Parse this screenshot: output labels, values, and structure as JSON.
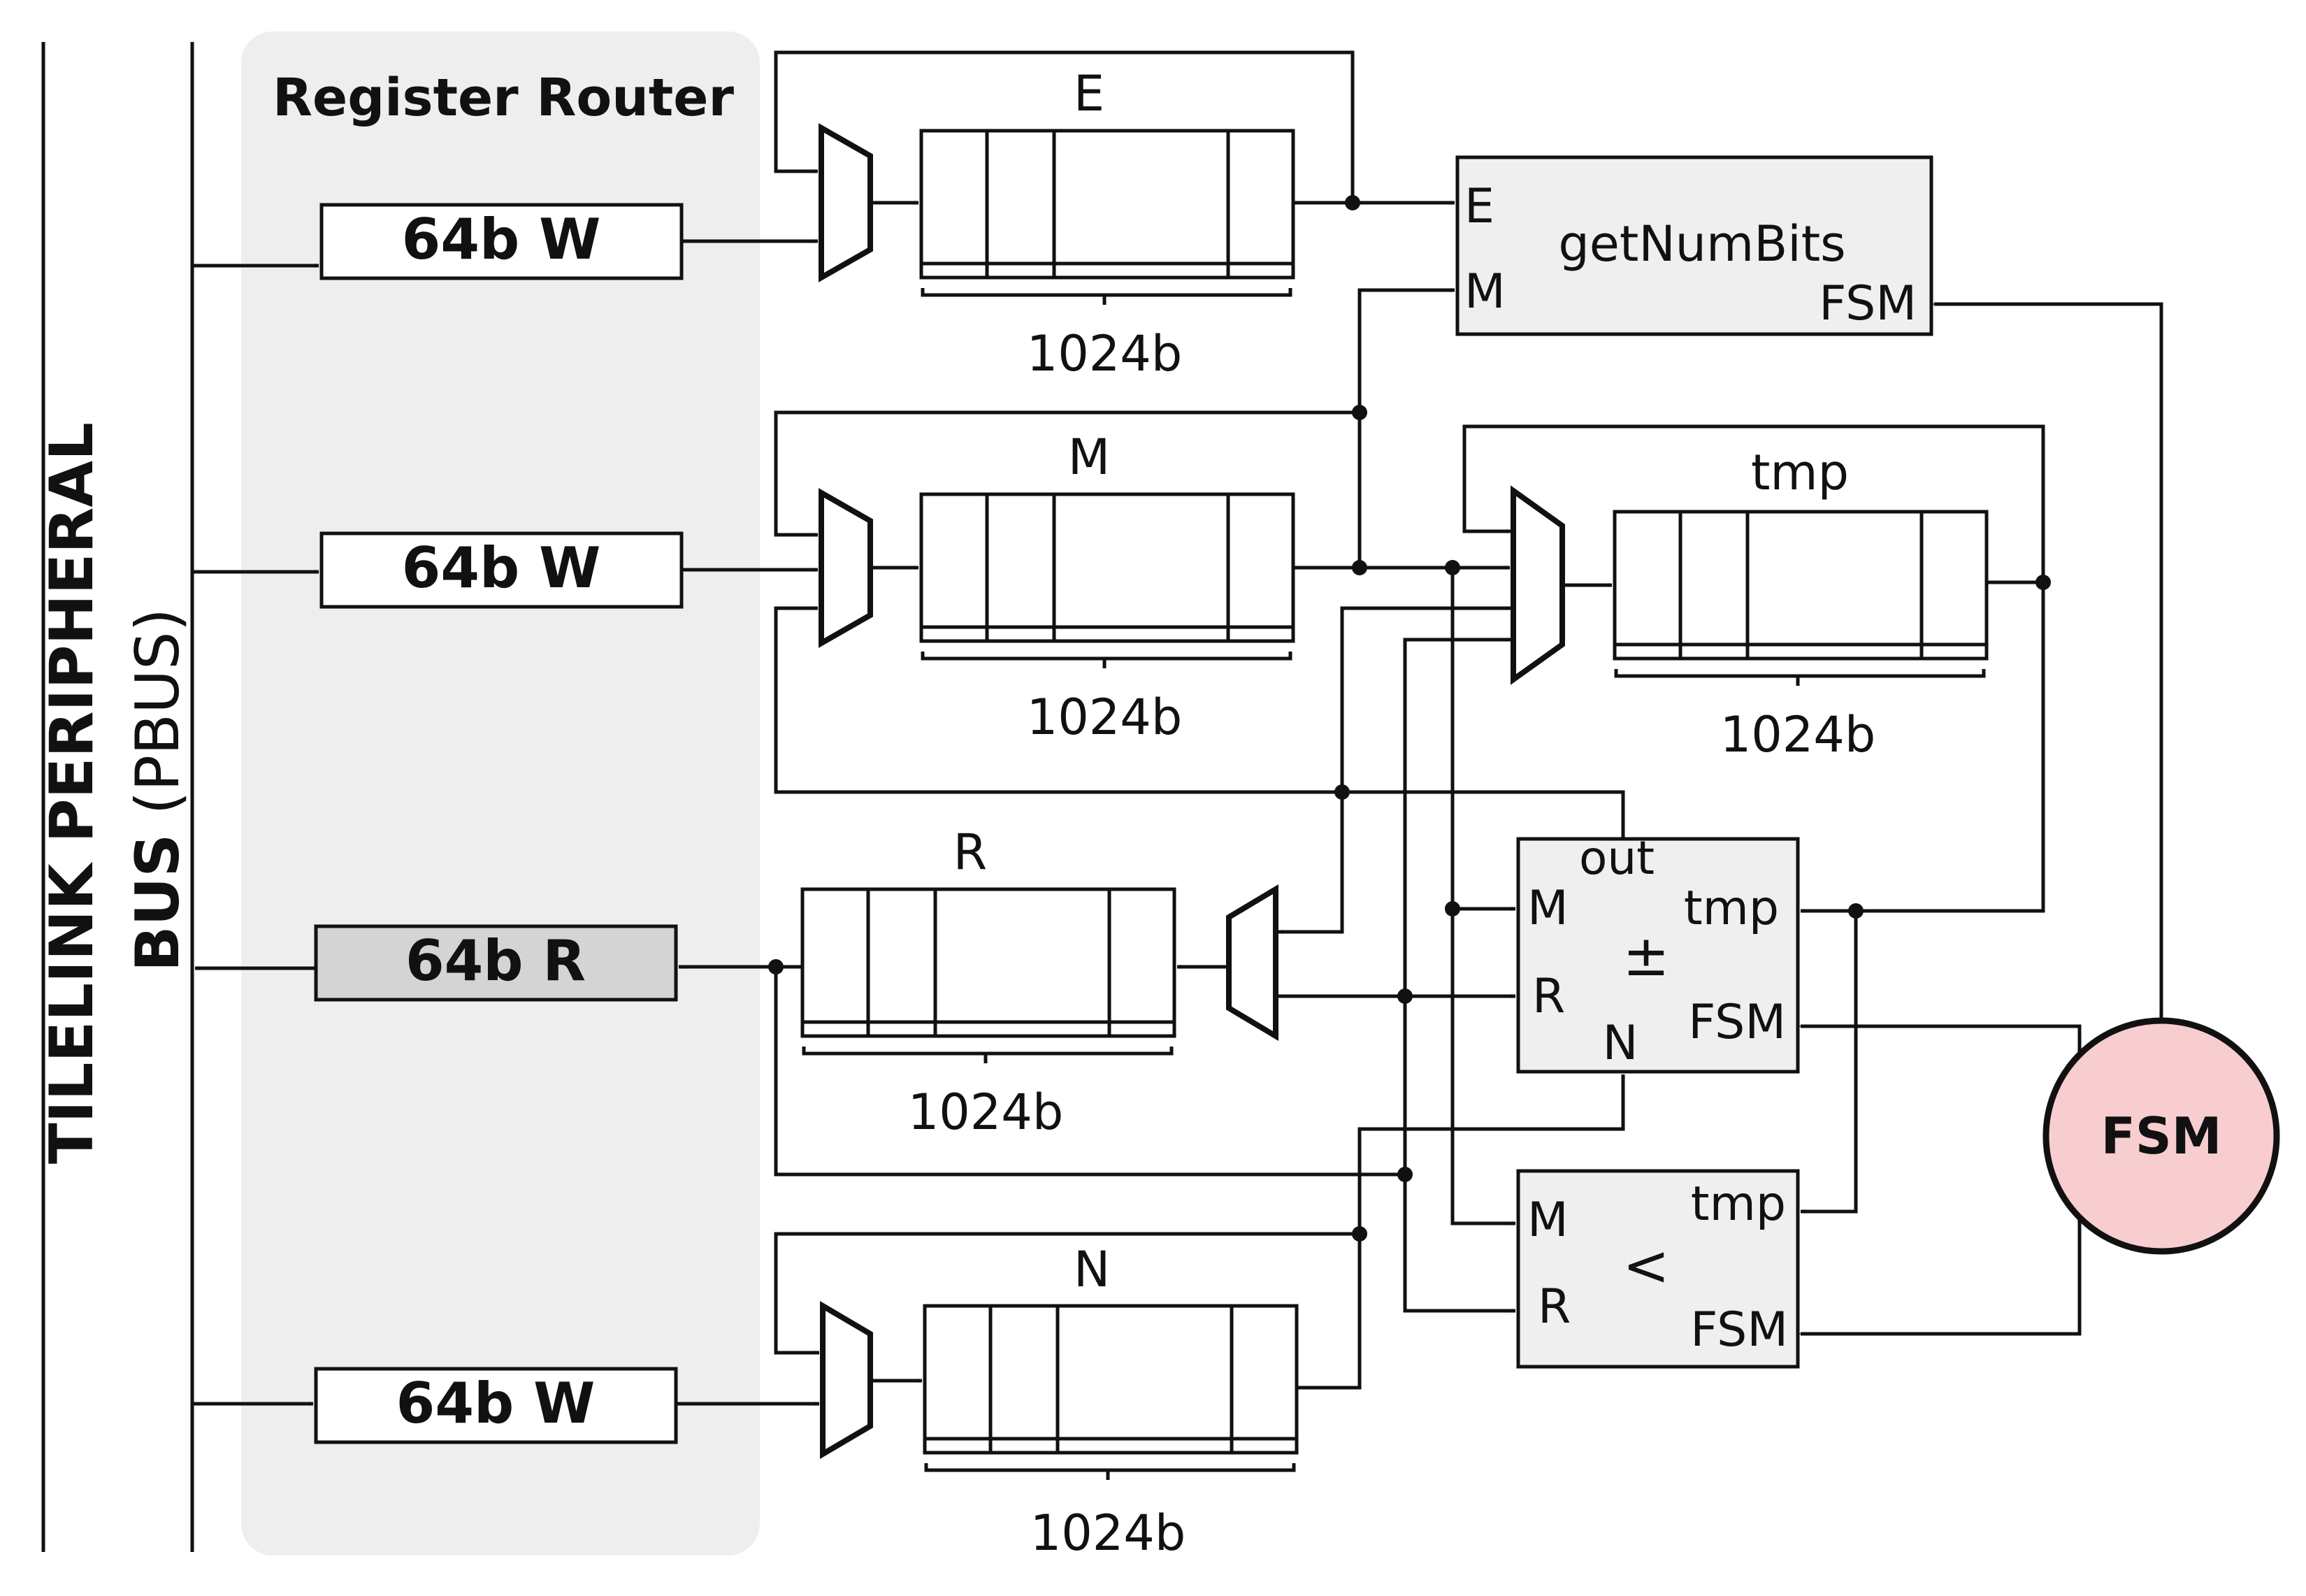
{
  "bus": {
    "line1": "TILELINK PERIPHERAL",
    "line2_bold": "BUS",
    "line2_rest": " (PBUS)"
  },
  "router": {
    "title": "Register Router",
    "writes": [
      "64b W",
      "64b W",
      "64b W"
    ],
    "read": "64b R"
  },
  "registers": [
    {
      "name": "E",
      "width": "1024b"
    },
    {
      "name": "M",
      "width": "1024b"
    },
    {
      "name": "R",
      "width": "1024b"
    },
    {
      "name": "N",
      "width": "1024b"
    },
    {
      "name": "tmp",
      "width": "1024b"
    }
  ],
  "getnumbits": {
    "port_e": "E",
    "port_m": "M",
    "title": "getNumBits",
    "port_fsm": "FSM"
  },
  "addsub": {
    "op": "±",
    "port_out": "out",
    "port_m": "M",
    "port_r": "R",
    "port_n": "N",
    "port_tmp": "tmp",
    "port_fsm": "FSM"
  },
  "compare": {
    "op": "<",
    "port_m": "M",
    "port_r": "R",
    "port_tmp": "tmp",
    "port_fsm": "FSM"
  },
  "main_fsm": {
    "label": "FSM",
    "fill": "#f7cdd0"
  },
  "colors": {
    "router_bg": "#eeeeef",
    "module_bg": "#efefef",
    "read_box": "#d4d4d4"
  }
}
